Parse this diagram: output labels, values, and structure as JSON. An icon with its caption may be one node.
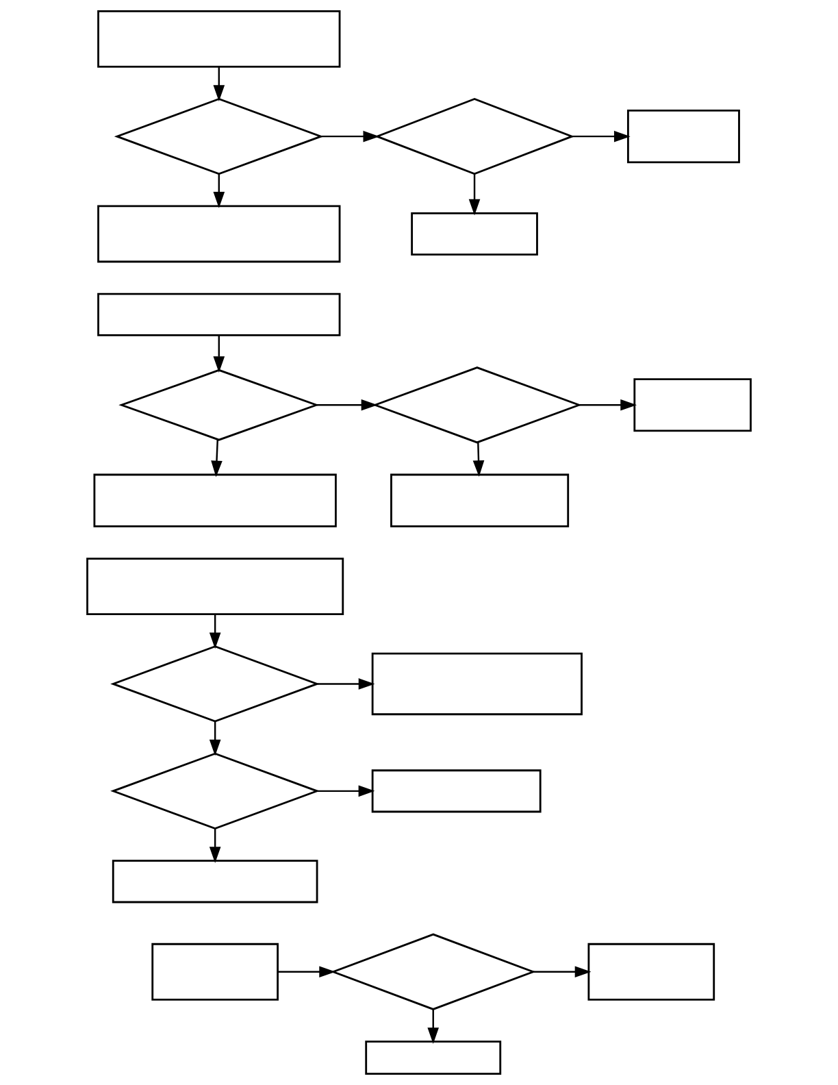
{
  "diagram": {
    "nodes": [
      {
        "text": [],
        "shape": "box"
      },
      {
        "text": [],
        "shape": "diamond"
      },
      {
        "text": [],
        "shape": "diamond"
      },
      {
        "text": [],
        "shape": "box"
      },
      {
        "text": [],
        "shape": "box"
      },
      {
        "text": [],
        "shape": "box"
      },
      {
        "text": [],
        "shape": "box"
      },
      {
        "text": [],
        "shape": "diamond"
      },
      {
        "text": [],
        "shape": "diamond"
      },
      {
        "text": [],
        "shape": "box"
      },
      {
        "text": [],
        "shape": "box"
      },
      {
        "text": [],
        "shape": "box"
      },
      {
        "text": [],
        "shape": "box"
      },
      {
        "text": [],
        "shape": "diamond"
      },
      {
        "text": [],
        "shape": "box"
      },
      {
        "text": [],
        "shape": "diamond"
      },
      {
        "text": [],
        "shape": "box"
      },
      {
        "text": [],
        "shape": "box"
      },
      {
        "text": [],
        "shape": "box"
      },
      {
        "text": [],
        "shape": "diamond"
      },
      {
        "text": [],
        "shape": "box"
      },
      {
        "text": [],
        "shape": "box"
      }
    ],
    "edges": [
      {
        "from": 0,
        "to": 1,
        "arrow": "to"
      },
      {
        "from": 1,
        "to": 2,
        "arrow": "to"
      },
      {
        "from": 2,
        "to": 3,
        "arrow": "to"
      },
      {
        "from": 1,
        "to": 4,
        "arrow": "to"
      },
      {
        "from": 2,
        "to": 5,
        "arrow": "to"
      },
      {
        "from": 6,
        "to": 7,
        "arrow": "to"
      },
      {
        "from": 7,
        "to": 8,
        "arrow": "to"
      },
      {
        "from": 8,
        "to": 9,
        "arrow": "to"
      },
      {
        "from": 7,
        "to": 10,
        "arrow": "to"
      },
      {
        "from": 8,
        "to": 11,
        "arrow": "to"
      },
      {
        "from": 12,
        "to": 13,
        "arrow": "to"
      },
      {
        "from": 13,
        "to": 14,
        "arrow": "to"
      },
      {
        "from": 13,
        "to": 15,
        "arrow": "to"
      },
      {
        "from": 15,
        "to": 16,
        "arrow": "to"
      },
      {
        "from": 15,
        "to": 17,
        "arrow": "to"
      },
      {
        "from": 18,
        "to": 19,
        "arrow": "to"
      },
      {
        "from": 19,
        "to": 20,
        "arrow": "to"
      },
      {
        "from": 19,
        "to": 21,
        "arrow": "to"
      }
    ]
  }
}
